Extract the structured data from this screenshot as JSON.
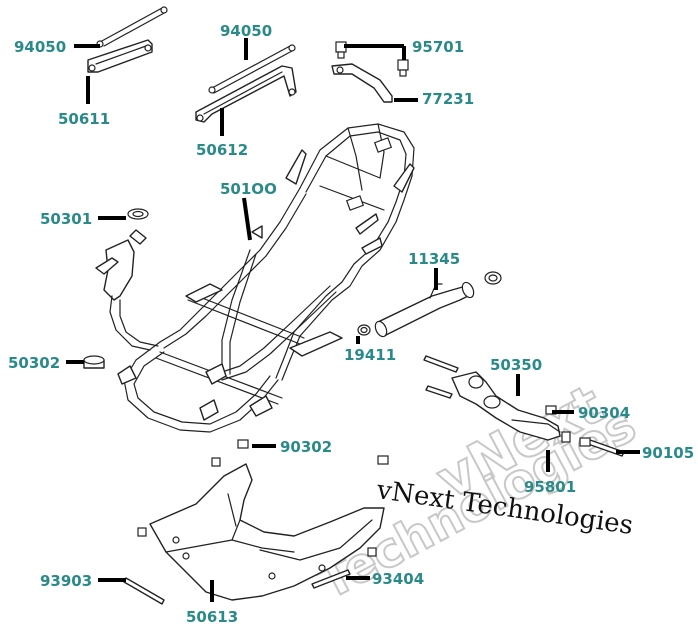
{
  "part_labels": {
    "p94050a": "94050",
    "p50611": "50611",
    "p94050b": "94050",
    "p50612": "50612",
    "p95701": "95701",
    "p77231": "77231",
    "p50100": "501OO",
    "p50301": "50301",
    "p11345": "11345",
    "p19411": "19411",
    "p50302": "50302",
    "p50350": "50350",
    "p90304": "90304",
    "p90302": "90302",
    "p90105": "90105",
    "p95801": "95801",
    "p93903": "93903",
    "p93404": "93404",
    "p50613": "50613"
  },
  "watermark": {
    "line1": "vNext",
    "line2": "Technologies",
    "caption": "vNext Technologies"
  }
}
